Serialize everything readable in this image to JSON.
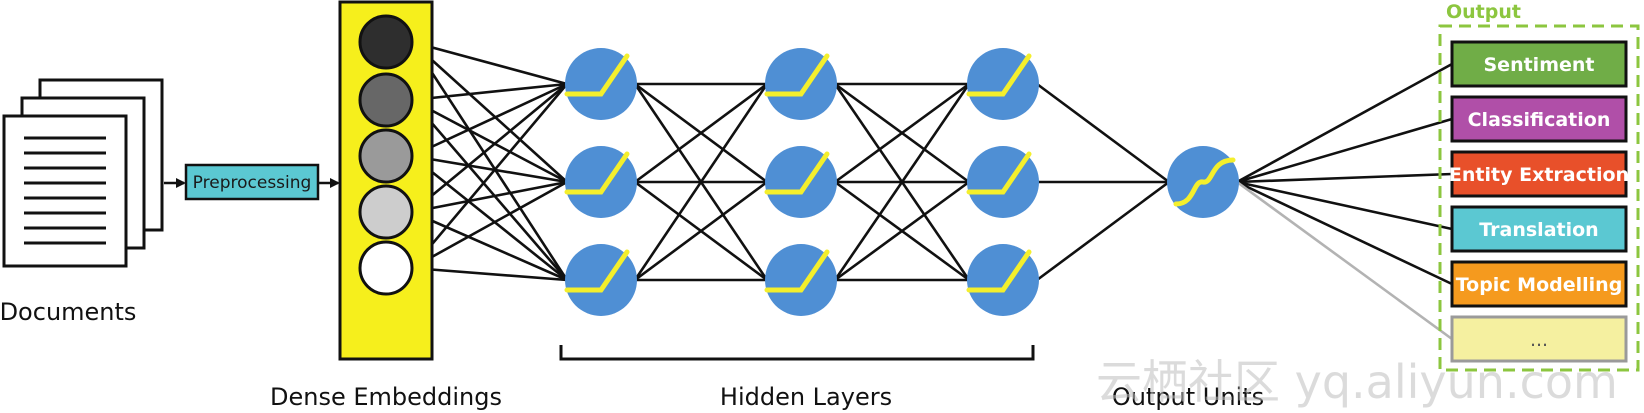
{
  "labels": {
    "documents": "Documents",
    "preprocessing": "Preprocessing",
    "dense_embeddings": "Dense Embeddings",
    "hidden_layers": "Hidden Layers",
    "output_units": "Output Units",
    "output_group": "Output"
  },
  "embedding_fill_colors": [
    "#2e2e2e",
    "#676767",
    "#9a9a9a",
    "#cdcdcd",
    "#ffffff"
  ],
  "outputs": [
    {
      "label": "Sentiment",
      "color": "#70ad47"
    },
    {
      "label": "Classification",
      "color": "#b04fa8"
    },
    {
      "label": "Entity Extraction",
      "color": "#e8502a"
    },
    {
      "label": "Translation",
      "color": "#5bc8d2"
    },
    {
      "label": "Topic Modelling",
      "color": "#f59a1e"
    },
    {
      "label": "...",
      "color": "#f5f0a0"
    }
  ],
  "colors": {
    "neuron": "#4f8fd4",
    "activation": "#f4ef2c",
    "embedding_panel": "#f6ef1c",
    "preprocessing_box": "#5bc8d2",
    "output_group_border": "#8cc63f",
    "faded_edge": "#b3b3b3"
  },
  "watermark": "云栖社区 yq.aliyun.com"
}
